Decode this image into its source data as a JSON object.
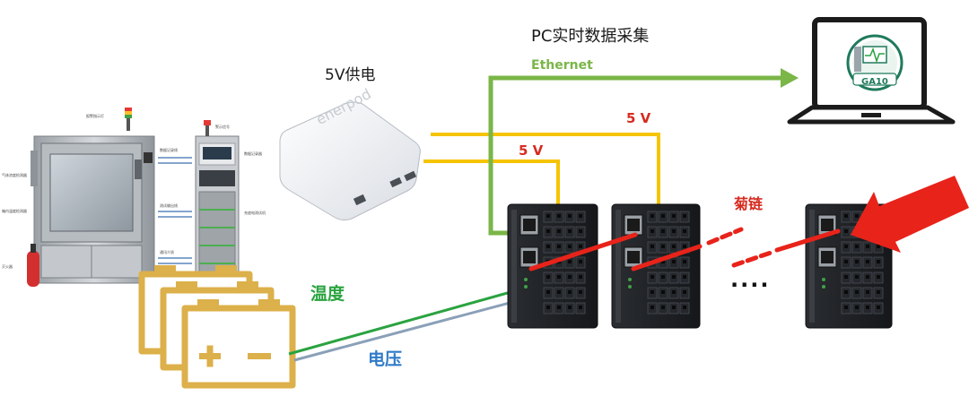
{
  "labels": {
    "title": "PC实时数据采集",
    "power_supply": "5V供电",
    "ethernet": "Ethernet",
    "five_volt_a": "5 V",
    "five_volt_b": "5 V",
    "daisy_chain": "菊链",
    "temperature": "温度",
    "voltage": "电压",
    "more": "....",
    "laptop_screen_logo": "GA10",
    "powerbank_brand": "enerpod"
  },
  "chamber_labels": {
    "tower_light": "报警指示灯",
    "cabinet_light": "警示信号",
    "data_logger_link": "数据记录线",
    "gas_detector": "气体浓度检测器",
    "temp_detector": "箱内温度检测器",
    "test_output": "测试输出线",
    "fire_ext": "灭火器",
    "comm": "通讯介质",
    "recorder": "数据记录器",
    "charger": "充放电测试机"
  },
  "colors": {
    "ethernet": "#7ab648",
    "power": "#f5c400",
    "daisy": "#e8231a",
    "temperature_wire": "#2aa340",
    "voltage_wire": "#8aa0b8",
    "battery": "#dcb04a",
    "arrow": "#e8231a"
  },
  "icons": {
    "laptop": "laptop-icon",
    "power_bank": "power-bank-icon",
    "battery": "battery-stack-icon",
    "module": "io-module-icon",
    "arrow": "red-arrow-icon",
    "chamber": "test-chamber-icon"
  }
}
